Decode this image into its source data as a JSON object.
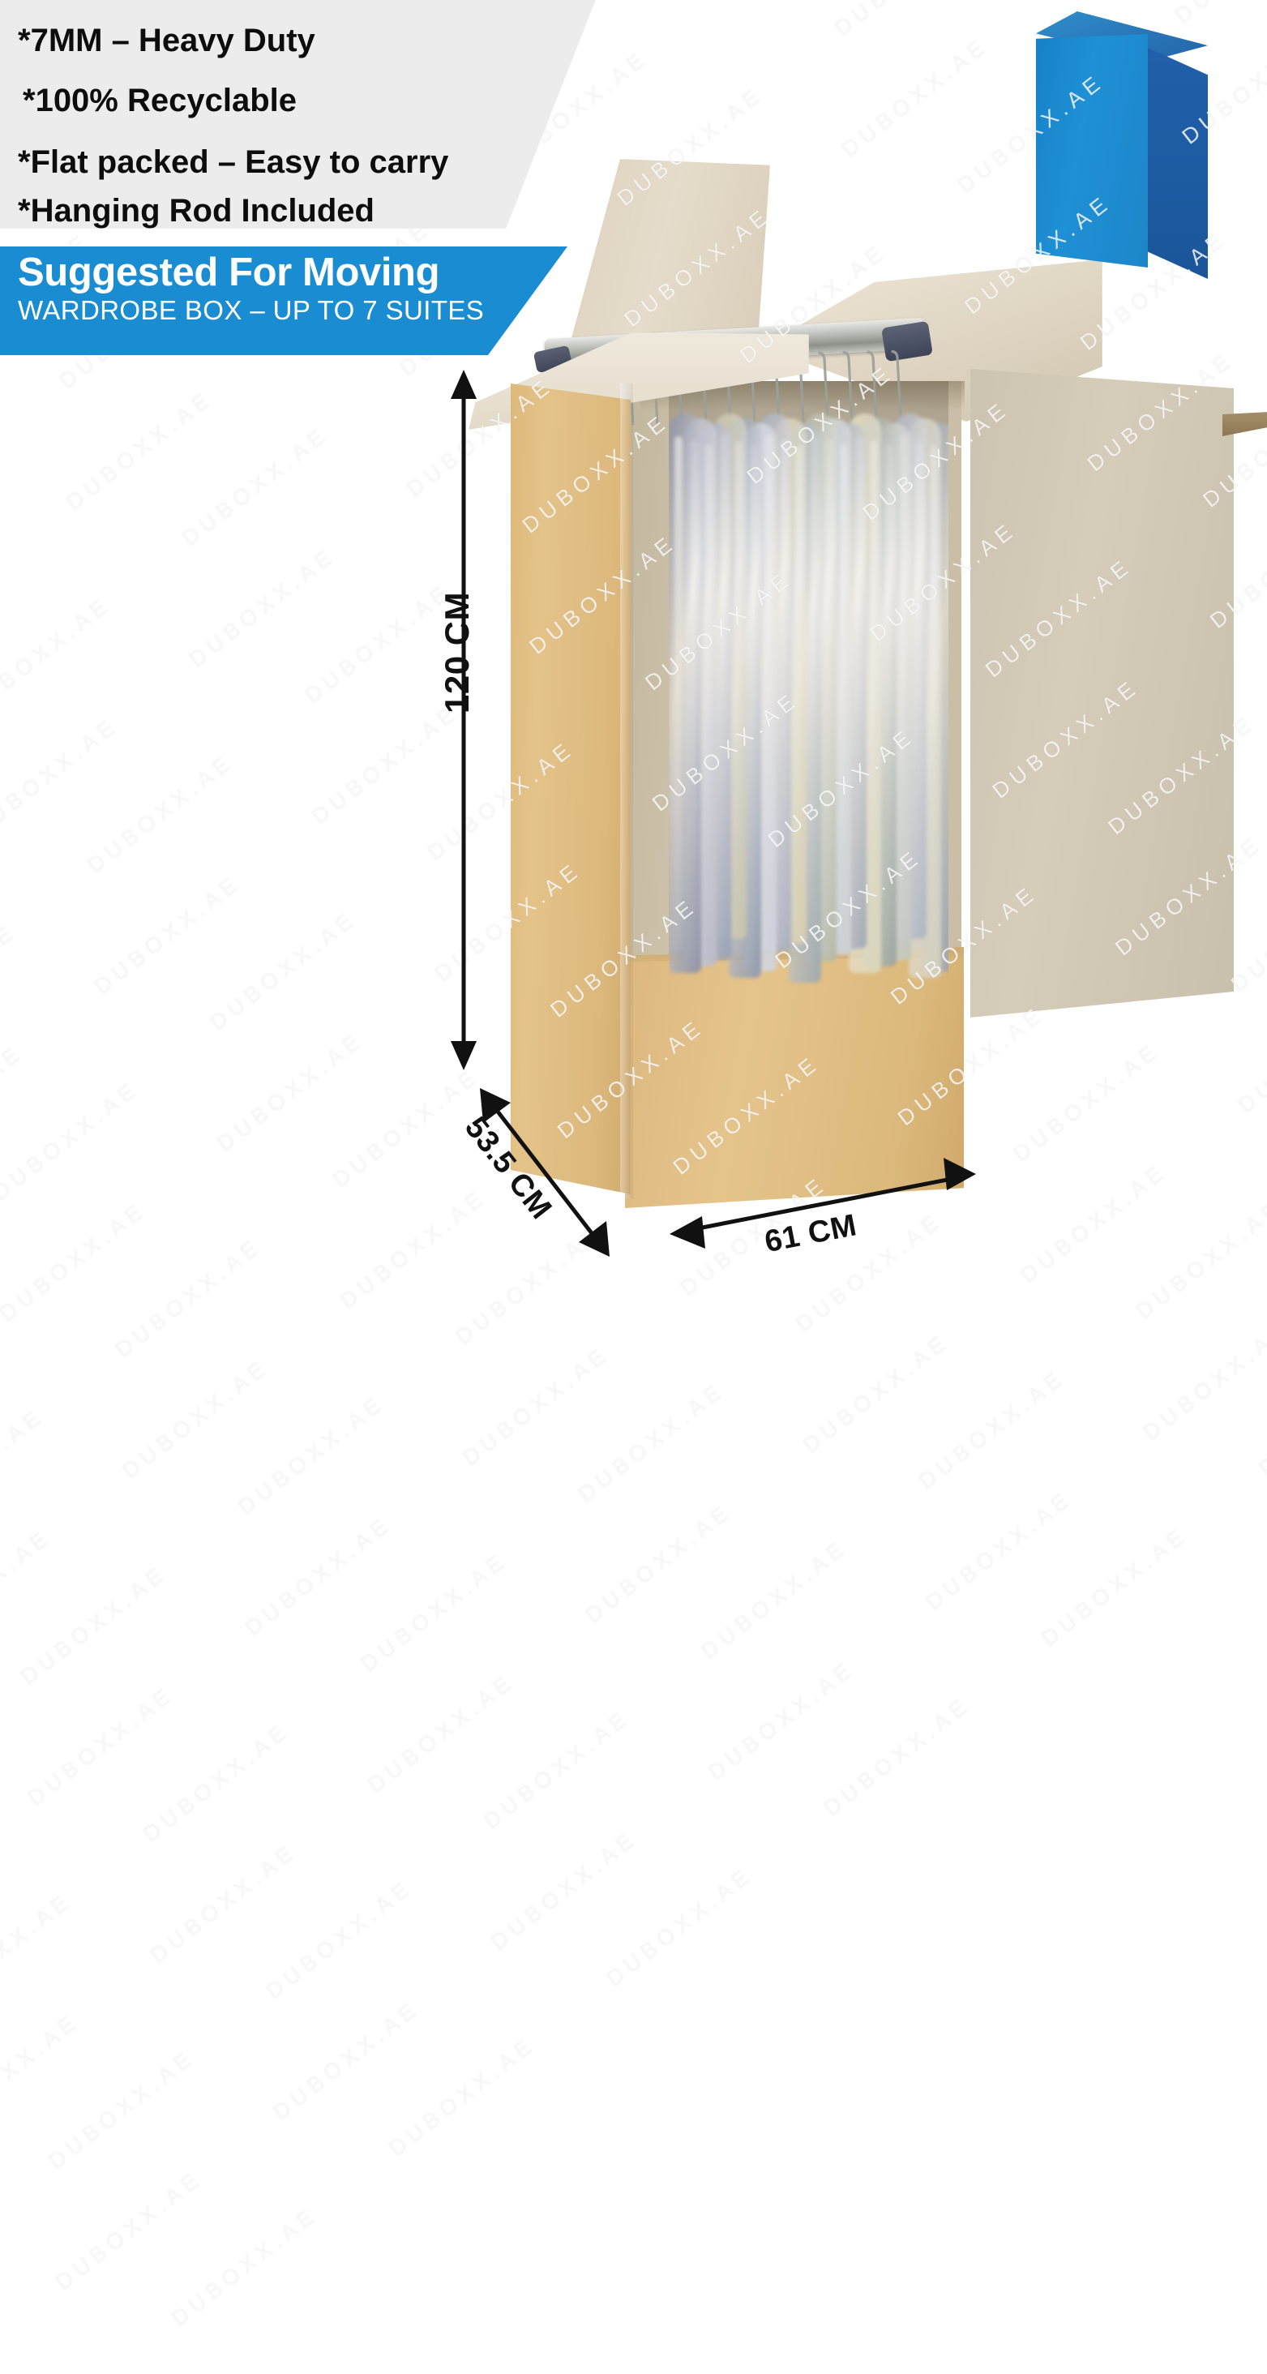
{
  "product": {
    "name": "Wardrobe Box",
    "brand_watermark": "DUBOXX.AE"
  },
  "features": {
    "items": [
      "*7MM – Heavy Duty",
      " *100% Recyclable",
      "*Flat packed – Easy to carry",
      "*Hanging Rod Included"
    ]
  },
  "banner": {
    "title": "Suggested For Moving",
    "subtitle": "WARDROBE BOX – UP TO 7 SUITES",
    "background_color": "#1a8dd2",
    "text_color": "#ffffff"
  },
  "dimensions": {
    "height": "120 CM",
    "depth": "53.5 CM",
    "width": "61 CM"
  },
  "icons": {
    "product_box_3d": "blue-box-icon",
    "arrow_up": "arrow-up-icon",
    "arrow_down": "arrow-down-icon",
    "arrow_left": "arrow-left-icon",
    "arrow_right": "arrow-right-icon"
  },
  "colors": {
    "panel_background": "#ececec",
    "accent_blue": "#1a8dd2",
    "icon_blue_front": "#1f90d6",
    "icon_blue_side": "#1d5ba3",
    "icon_blue_top": "#2873b6",
    "carton_tan": "#e4c389",
    "carton_grey": "#cfc4ad"
  }
}
